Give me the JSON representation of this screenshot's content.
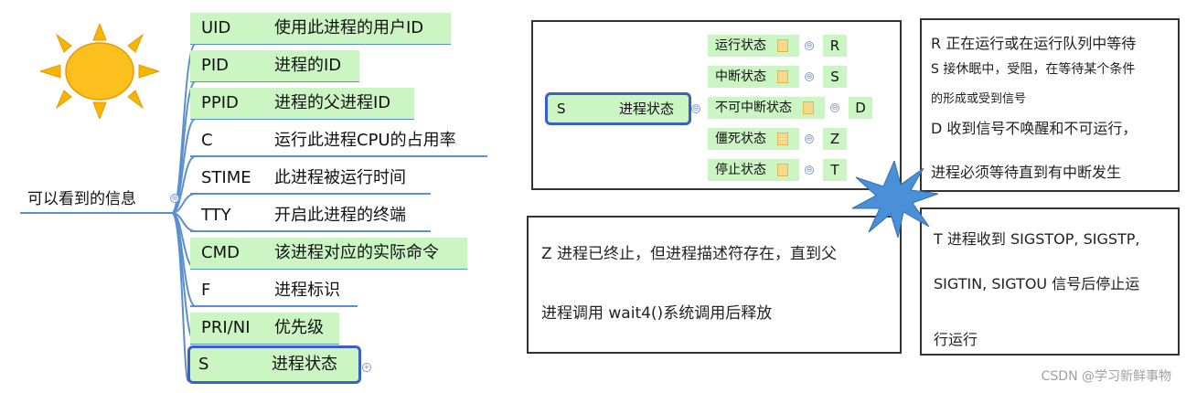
{
  "root": {
    "label": "可以看到的信息"
  },
  "attributes": [
    {
      "key": "UID",
      "desc": "使用此进程的用户ID",
      "highlight": true
    },
    {
      "key": "PID",
      "desc": "进程的ID",
      "highlight": true
    },
    {
      "key": "PPID",
      "desc": "进程的父进程ID",
      "highlight": true
    },
    {
      "key": "C",
      "desc": "运行此进程CPU的占用率",
      "highlight": false
    },
    {
      "key": "STIME",
      "desc": "此进程被运行时间",
      "highlight": false
    },
    {
      "key": "TTY",
      "desc": "开启此进程的终端",
      "highlight": false
    },
    {
      "key": "CMD",
      "desc": "该进程对应的实际命令",
      "highlight": true
    },
    {
      "key": "F",
      "desc": "进程标识",
      "highlight": false
    },
    {
      "key": "PRI/NI",
      "desc": "优先级",
      "highlight": true
    },
    {
      "key": "S",
      "desc": "进程状态",
      "highlight": true,
      "selected": true
    }
  ],
  "states_panel": {
    "center": {
      "key": "S",
      "desc": "进程状态"
    },
    "states": [
      {
        "label": "运行状态",
        "code": "R"
      },
      {
        "label": "中断状态",
        "code": "S"
      },
      {
        "label": "不可中断状态",
        "code": "D"
      },
      {
        "label": "僵死状态",
        "code": "Z"
      },
      {
        "label": "停止状态",
        "code": "T"
      }
    ]
  },
  "notes": {
    "rsd": [
      "R 正在运行或在运行队列中等待",
      "S 接休眠中，受阻，在等待某个条件",
      "的形成或受到信号",
      "D 收到信号不唤醒和不可运行，",
      "进程必须等待直到有中断发生"
    ],
    "z": [
      "Z 进程已终止，但进程描述符存在，直到父",
      "进程调用 wait4()系统调用后释放"
    ],
    "t": [
      "T 进程收到 SIGSTOP, SIGSTP,",
      "SIGTIN, SIGTOU 信号后停止运",
      "行运行"
    ]
  },
  "watermark": "CSDN @学习新鲜事物",
  "colors": {
    "node_fill": "#ccf5c4",
    "line": "#5b8fd0",
    "selected_border": "#3d5ec6",
    "sun": "#f7b500",
    "star": "#4a90d9"
  }
}
